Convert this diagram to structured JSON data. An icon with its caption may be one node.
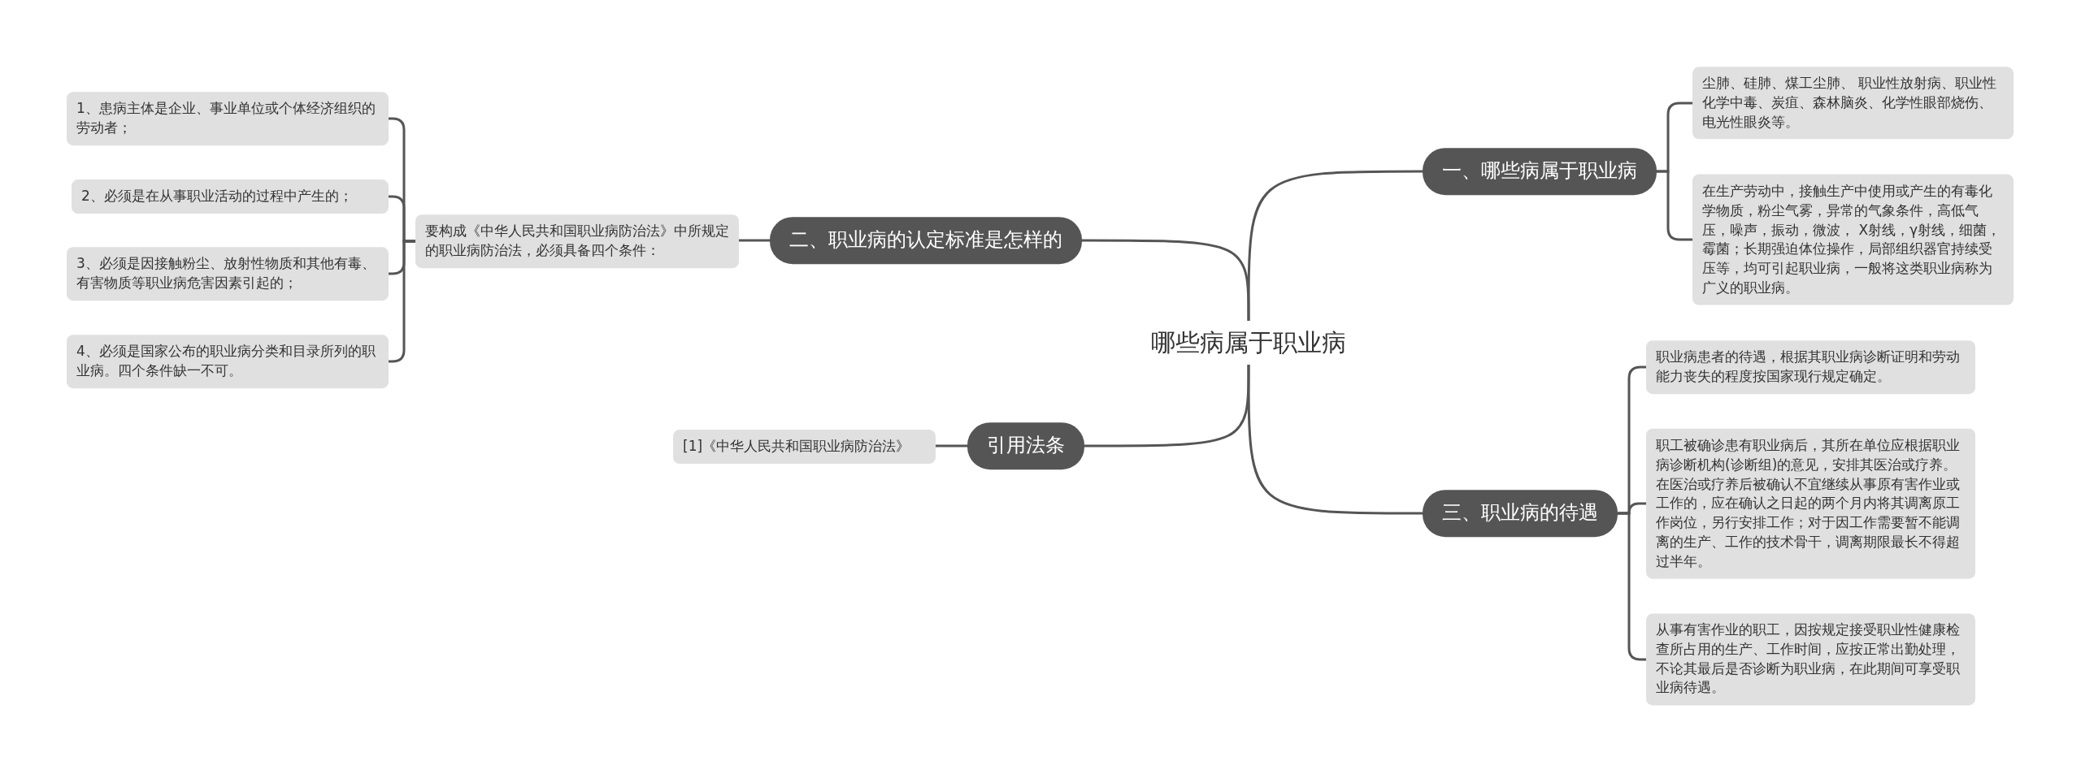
{
  "diagram": {
    "nodes": [
      {
        "text": [
          "哪些病属于职业病"
        ]
      },
      {
        "text": [
          "一、哪些病属于职业病"
        ]
      },
      {
        "text": [
          "尘肺、硅肺、煤工尘肺、 职业性放射病、职业性化学中毒、炭疽、森林脑炎、化学性眼部烧伤、电光性眼炎等。"
        ]
      },
      {
        "text": [
          "在生产劳动中，接触生产中使用或产生的有毒化学物质，粉尘气雾，异常的气象条件，高低气压，噪声，振动，微波， X射线，γ射线，细菌，霉菌；长期强迫体位操作，局部组织器官持续受压等，均可引起职业病，一般将这类职业病称为广义的职业病。"
        ]
      },
      {
        "text": [
          "二、职业病的认定标准是怎样的"
        ]
      },
      {
        "text": [
          "要构成《中华人民共和国职业病防治法》中所规定的职业病防治法，必须具备四个条件："
        ]
      },
      {
        "text": [
          "1、患病主体是企业、事业单位或个体经济组织的劳动者；"
        ]
      },
      {
        "text": [
          "2、必须是在从事职业活动的过程中产生的；"
        ]
      },
      {
        "text": [
          "3、必须是因接触粉尘、放射性物质和其他有毒、有害物质等职业病危害因素引起的；"
        ]
      },
      {
        "text": [
          "4、必须是国家公布的职业病分类和目录所列的职业病。四个条件缺一不可。"
        ]
      },
      {
        "text": [
          "引用法条"
        ]
      },
      {
        "text": [
          "[1]《中华人民共和国职业病防治法》"
        ]
      },
      {
        "text": [
          "三、职业病的待遇"
        ]
      },
      {
        "text": [
          "职业病患者的待遇，根据其职业病诊断证明和劳动能力丧失的程度按国家现行规定确定。"
        ]
      },
      {
        "text": [
          "职工被确诊患有职业病后，其所在单位应根据职业病诊断机构(诊断组)的意见，安排其医治或疗养。在医治或疗养后被确认不宜继续从事原有害作业或工作的，应在确认之日起的两个月内将其调离原工作岗位，另行安排工作；对于因工作需要暂不能调离的生产、工作的技术骨干，调离期限最长不得超过半年。"
        ]
      },
      {
        "text": [
          "从事有害作业的职工，因按规定接受职业性健康检查所占用的生产、工作时间，应按正常出勤处理，不论其最后是否诊断为职业病，在此期间可享受职业病待遇。"
        ]
      }
    ],
    "edges": [
      {
        "from": 0,
        "to": 1,
        "arrow": "none"
      },
      {
        "from": 1,
        "to": 2,
        "arrow": "none"
      },
      {
        "from": 1,
        "to": 3,
        "arrow": "none"
      },
      {
        "from": 0,
        "to": 4,
        "arrow": "none"
      },
      {
        "from": 4,
        "to": 5,
        "arrow": "none"
      },
      {
        "from": 5,
        "to": 6,
        "arrow": "none"
      },
      {
        "from": 5,
        "to": 7,
        "arrow": "none"
      },
      {
        "from": 5,
        "to": 8,
        "arrow": "none"
      },
      {
        "from": 5,
        "to": 9,
        "arrow": "none"
      },
      {
        "from": 0,
        "to": 10,
        "arrow": "none"
      },
      {
        "from": 10,
        "to": 11,
        "arrow": "none"
      },
      {
        "from": 0,
        "to": 12,
        "arrow": "none"
      },
      {
        "from": 12,
        "to": 13,
        "arrow": "none"
      },
      {
        "from": 12,
        "to": 14,
        "arrow": "none"
      },
      {
        "from": 12,
        "to": 15,
        "arrow": "none"
      }
    ]
  }
}
